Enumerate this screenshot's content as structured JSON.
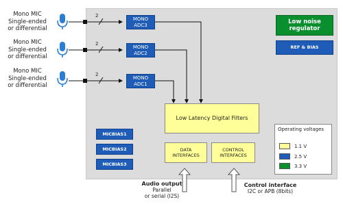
{
  "mics": [
    {
      "line1": "Mono MIC",
      "line2": "Single-ended",
      "line3": "or differential"
    },
    {
      "line1": "Mono MIC",
      "line2": "Single-ended",
      "line3": "or differential"
    },
    {
      "line1": "Mono MIC",
      "line2": "Single-ended",
      "line3": "or differential"
    }
  ],
  "bus_width": "2",
  "adcs": [
    {
      "line1": "MONO",
      "line2": "ADC3"
    },
    {
      "line1": "MONO",
      "line2": "ADC2"
    },
    {
      "line1": "MONO",
      "line2": "ADC1"
    }
  ],
  "filters_label": "Low Latency Digital Filters",
  "data_interfaces": {
    "line1": "DATA",
    "line2": "INTERFACES"
  },
  "control_interfaces": {
    "line1": "CONTROL",
    "line2": "INTERFACES"
  },
  "micbias": [
    "MICBIAS1",
    "MICBIAS2",
    "MICBIAS3"
  ],
  "low_noise_regulator": {
    "line1": "Low noise",
    "line2": "regulator"
  },
  "ref_bias": "REF & BIAS",
  "legend": {
    "title": "Operating voltages",
    "items": [
      {
        "label": "1.1 V",
        "color": "#ffff99"
      },
      {
        "label": "2.5 V",
        "color": "#1f5cb8"
      },
      {
        "label": "3.3 V",
        "color": "#0a8f2e"
      }
    ]
  },
  "audio_output": {
    "title": "Audio output",
    "line2": "Parallel",
    "line3": "or serial (I2S)"
  },
  "control_interface": {
    "title": "Control interface",
    "line2": "I2C or APB (8bits)"
  },
  "colors": {
    "mic_icon": "#2a7fd4",
    "block_blue": "#1f5cb8",
    "block_green": "#0a8f2e",
    "block_yellow": "#ffff99",
    "chip_bg": "#dcdcdc"
  }
}
